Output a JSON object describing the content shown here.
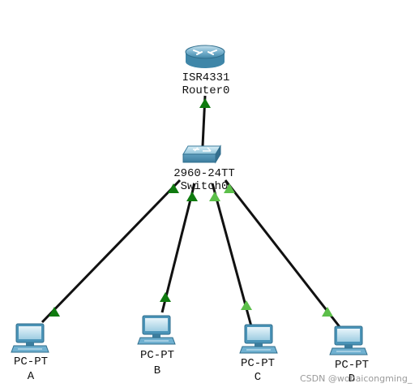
{
  "colors": {
    "link": "#111111",
    "port_up": "#0f7a0f",
    "port_light": "#5cbf4a",
    "device_blue": "#5aa0c2",
    "watermark": "#9a9a9a"
  },
  "router": {
    "model": "ISR4331",
    "name": "Router0",
    "icon": "router-icon"
  },
  "switch": {
    "model": "2960-24TT",
    "name": "Switch0",
    "icon": "switch-icon"
  },
  "pcs": [
    {
      "type": "PC-PT",
      "name": "A",
      "icon": "pc-icon"
    },
    {
      "type": "PC-PT",
      "name": "B",
      "icon": "pc-icon"
    },
    {
      "type": "PC-PT",
      "name": "C",
      "icon": "pc-icon"
    },
    {
      "type": "PC-PT",
      "name": "D",
      "icon": "pc-icon"
    }
  ],
  "watermark": "CSDN @wobaicongming_"
}
